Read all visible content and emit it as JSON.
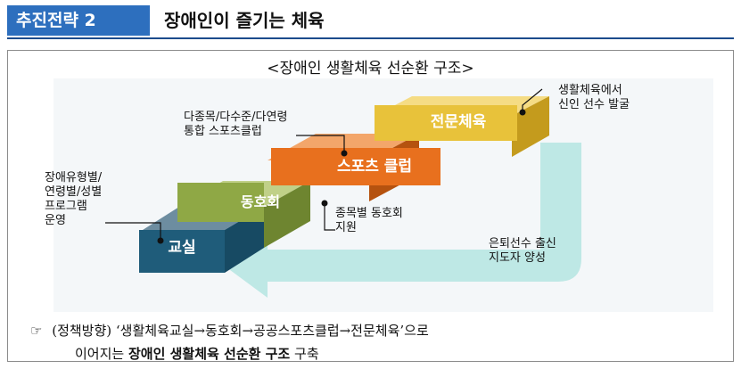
{
  "header": {
    "badge": "추진전략 2",
    "title": "장애인이 즐기는 체육"
  },
  "diagram": {
    "title": "<장애인 생활체육 선순환 구조>",
    "steps": [
      {
        "label": "교실",
        "color": "#1f5c7a"
      },
      {
        "label": "동호회",
        "color": "#8fa845"
      },
      {
        "label": "스포츠 클럽",
        "color": "#e8701e"
      },
      {
        "label": "전문체육",
        "color": "#e8c23a"
      }
    ],
    "callouts": {
      "classroom": "장애유형별/\n연령별/성별\n프로그램\n운영",
      "club": "종목별 동호회\n지원",
      "sports_club": "다종목/다수준/다연령\n통합 스포츠클럽",
      "elite": "생활체육에서\n신인 선수 발굴",
      "retired": "은퇴선수 출신\n지도자 양성"
    },
    "arrow_color": "#b8e6e2"
  },
  "policy": {
    "mark": "☞",
    "line1": "(정책방향) ‘생활체육교실→동호회→공공스포츠클럽→전문체육’으로",
    "line2_normal": "이어지는 ",
    "line2_bold": "장애인 생활체육 선순환 구조",
    "line2_end": " 구축"
  }
}
